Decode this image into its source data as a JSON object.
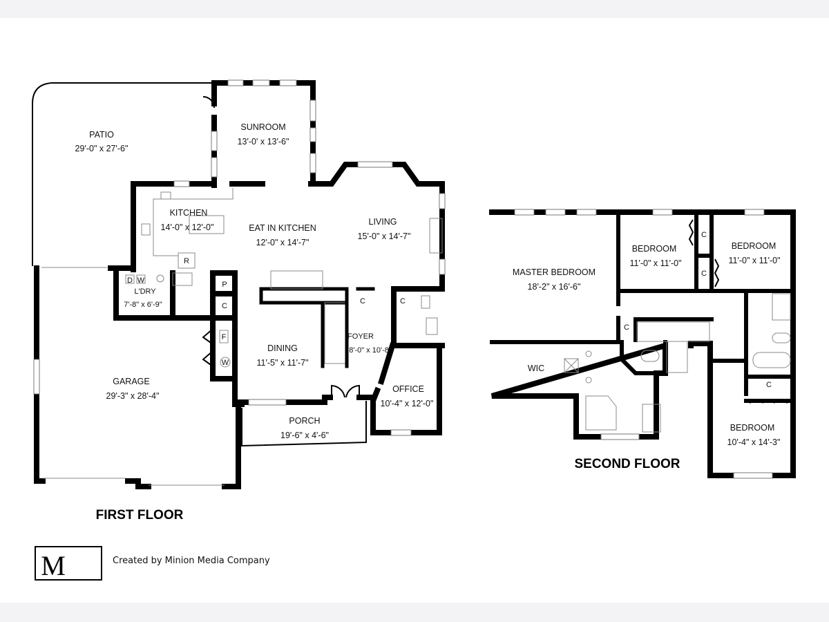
{
  "first_floor": {
    "title": "FIRST FLOOR",
    "rooms": [
      {
        "name": "PATIO",
        "size": "29'-0\" x 27'-6\""
      },
      {
        "name": "SUNROOM",
        "size": "13'-0' x 13'-6\""
      },
      {
        "name": "KITCHEN",
        "size": "14'-0\" x 12'-0\""
      },
      {
        "name": "EAT IN KITCHEN",
        "size": "12'-0\" x 14'-7\""
      },
      {
        "name": "LIVING",
        "size": "15'-0\" x 14'-7\""
      },
      {
        "name": "L'DRY",
        "size": "7'-8\" x 6'-9\""
      },
      {
        "name": "GARAGE",
        "size": "29'-3\" x 28'-4\""
      },
      {
        "name": "DINING",
        "size": "11'-5\" x 11'-7\""
      },
      {
        "name": "FOYER",
        "size": "8'-0\" x 10'-8\""
      },
      {
        "name": "OFFICE",
        "size": "10'-4\" x 12'-0\""
      },
      {
        "name": "PORCH",
        "size": "19'-6\" x 4'-6\""
      }
    ],
    "fixtures": {
      "dryer": "D",
      "washer": "W",
      "refrigerator": "R",
      "pantry": "P",
      "closet": "C",
      "furnace": "F",
      "water_heater": "W"
    }
  },
  "second_floor": {
    "title": "SECOND FLOOR",
    "rooms": [
      {
        "name": "MASTER BEDROOM",
        "size": "18'-2\" x 16'-6\""
      },
      {
        "name": "BEDROOM",
        "size": "11'-0\" x 11'-0\""
      },
      {
        "name": "BEDROOM",
        "size": "11'-0\" x 11'-0\""
      },
      {
        "name": "BEDROOM",
        "size": "10'-4\" x 14'-3\""
      },
      {
        "name": "WIC",
        "size": ""
      }
    ],
    "closet_label": "C"
  },
  "footer": {
    "logo_letter": "M",
    "credit": "Created by Minion Media Company"
  }
}
